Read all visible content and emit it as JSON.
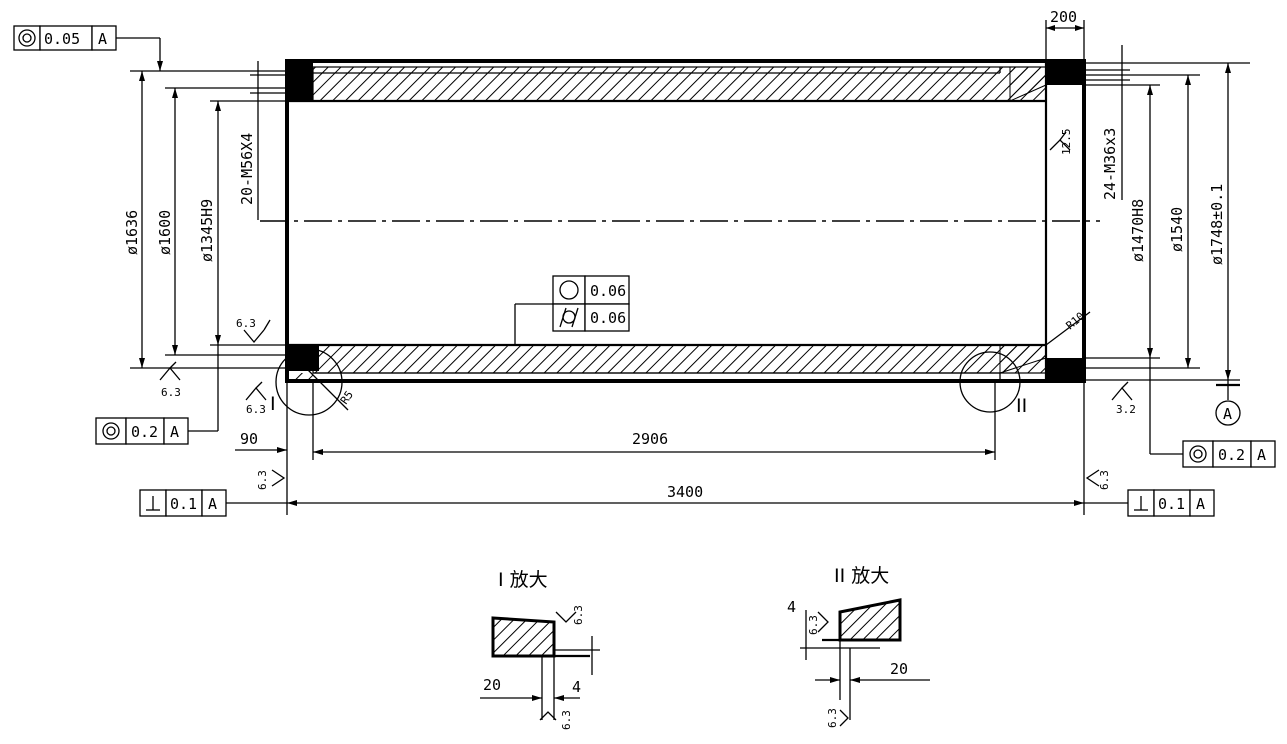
{
  "dimensions": {
    "d1636": "ø1636",
    "d1600": "ø1600",
    "d1345": "ø1345H9",
    "holes_left": "20-M56X4",
    "holes_right": "24-M36x3",
    "d1470": "ø1470H8",
    "d1540": "ø1540",
    "d1748": "ø1748±0.1",
    "len_90": "90",
    "len_2906": "2906",
    "len_3400": "3400",
    "len_200": "200",
    "r_left": "R5",
    "r_right": "R10"
  },
  "roughness": {
    "r63": "6.3",
    "r125": "12.5",
    "r32": "3.2"
  },
  "tolerances": {
    "top_left": {
      "value": "0.05",
      "datum": "A"
    },
    "bottom_left": {
      "value": "0.2",
      "datum": "A"
    },
    "bottom_right": {
      "value": "0.2",
      "datum": "A"
    },
    "perp_left": {
      "value": "0.1",
      "datum": "A"
    },
    "perp_right": {
      "value": "0.1",
      "datum": "A"
    },
    "circularity": {
      "value": "0.06"
    },
    "cylindricity": {
      "value": "0.06"
    }
  },
  "datum_label": "A",
  "markers": {
    "m1": "I",
    "m2": "II"
  },
  "details": {
    "d1_title": "I 放大",
    "d2_title": "II 放大",
    "d1_dim20": "20",
    "d1_dim4": "4",
    "d2_dim4": "4",
    "d2_dim20": "20"
  }
}
